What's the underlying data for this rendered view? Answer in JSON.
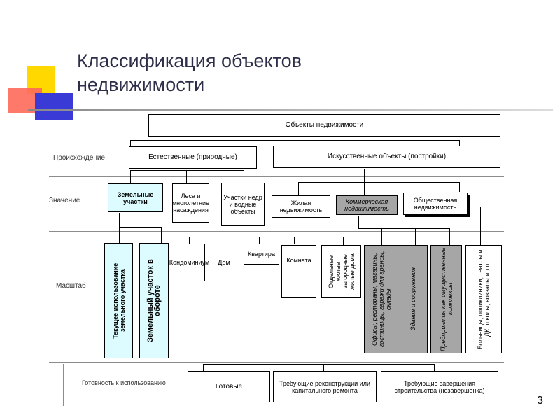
{
  "title": {
    "line1": "Классификация объектов",
    "line2": "недвижимости"
  },
  "root": "Объекты недвижимости",
  "rows": {
    "origin": "Происхождение",
    "purpose": "Значение",
    "scale": "Масштаб",
    "readiness": "Готовность к использованию"
  },
  "origin": {
    "natural": "Естественные (природные)",
    "artificial": "Искусственные объекты (постройки)"
  },
  "purpose": {
    "land": "Земельные участки",
    "forests": "Леса и многолетние насаждения",
    "water": "Участки недр и водные объекты",
    "residential": "Жилая недвижимость",
    "commercial": "Коммерческая недвижимость",
    "public": "Общественная недвижимость"
  },
  "scale": {
    "current_use": "Текущее использование земельного участка",
    "land_turnover": "Земельный участок в обороте",
    "condo": "Кондоминиум",
    "house": "Дом",
    "apartment": "Квартира",
    "room": "Комната",
    "dacha": "Отдельные жилые загородные жилые дома",
    "offices": "Офисы, рестораны, магазины, гостиницы, гаражи для аренды, склады",
    "buildings": "Здания и сооружения",
    "enterprises": "Предприятия как имущественные комплексы",
    "public_objects": "Больницы, поликлиники, театры и ДК, школы, вокзалы и т.п."
  },
  "readiness": {
    "ready": "Готовые",
    "reconstruction": "Требующие реконструкции или капитального ремонта",
    "completion": "Требующие завершения строительства (незавершенка)"
  },
  "page_number": "3"
}
